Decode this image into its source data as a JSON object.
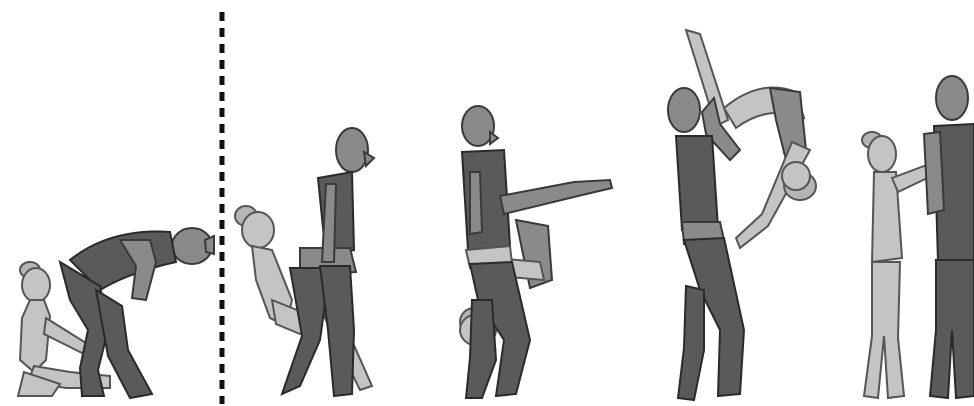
{
  "figure": {
    "panels": [
      {
        "id": "pose-1",
        "description_hidden": true
      },
      {
        "id": "pose-2",
        "description_hidden": true
      },
      {
        "id": "pose-3",
        "description_hidden": true
      },
      {
        "id": "pose-4",
        "description_hidden": true
      },
      {
        "id": "pose-5",
        "description_hidden": true
      }
    ],
    "divider_after_panel": 1
  },
  "colors": {
    "dark_body": "#5a5a5a",
    "mid_body": "#8a8a8a",
    "light_body": "#c4c4c4",
    "background": "#ffffff",
    "divider": "#111111"
  }
}
